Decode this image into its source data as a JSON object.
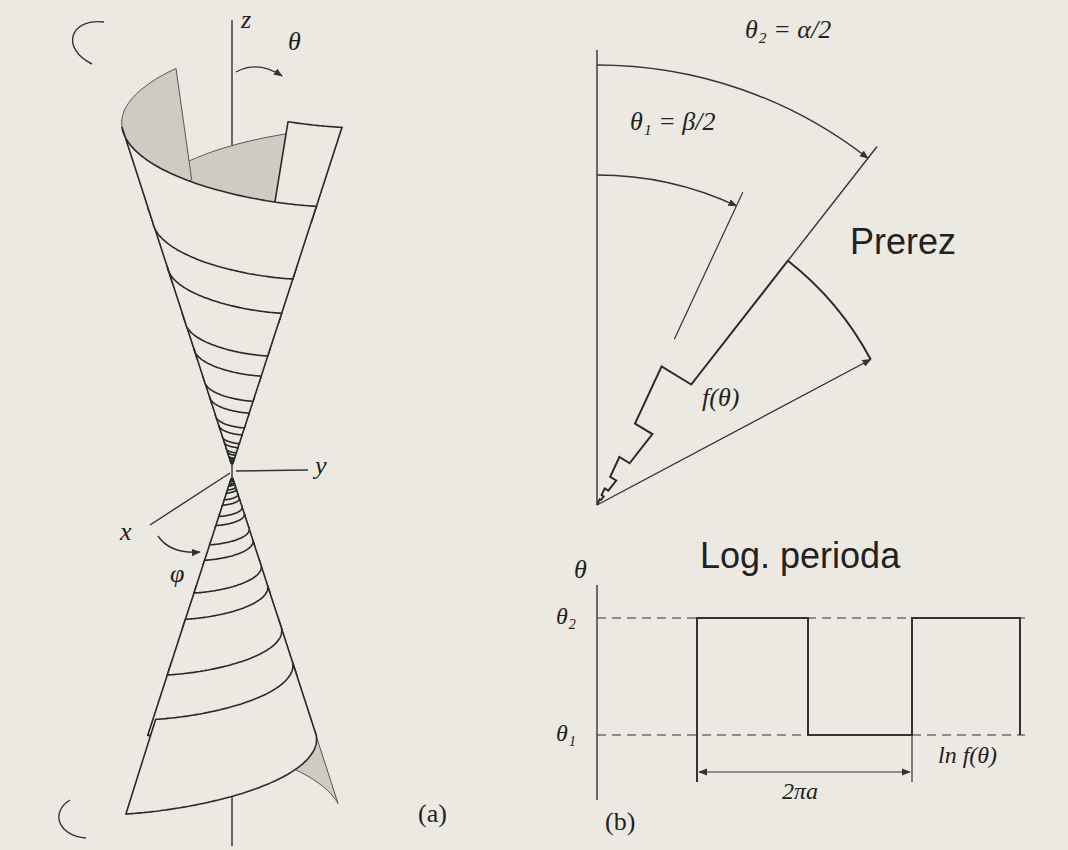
{
  "diagram": {
    "labels": [
      "z",
      "θ",
      "y",
      "x",
      "φ",
      "(a)",
      "θ₁ = β/2",
      "θ₂ = α/2",
      "Prerez",
      "f(θ)",
      "Log. perioda",
      "θ",
      "θ₂",
      "θ₁",
      "2πa",
      "ln f(θ)",
      "(b)"
    ]
  }
}
